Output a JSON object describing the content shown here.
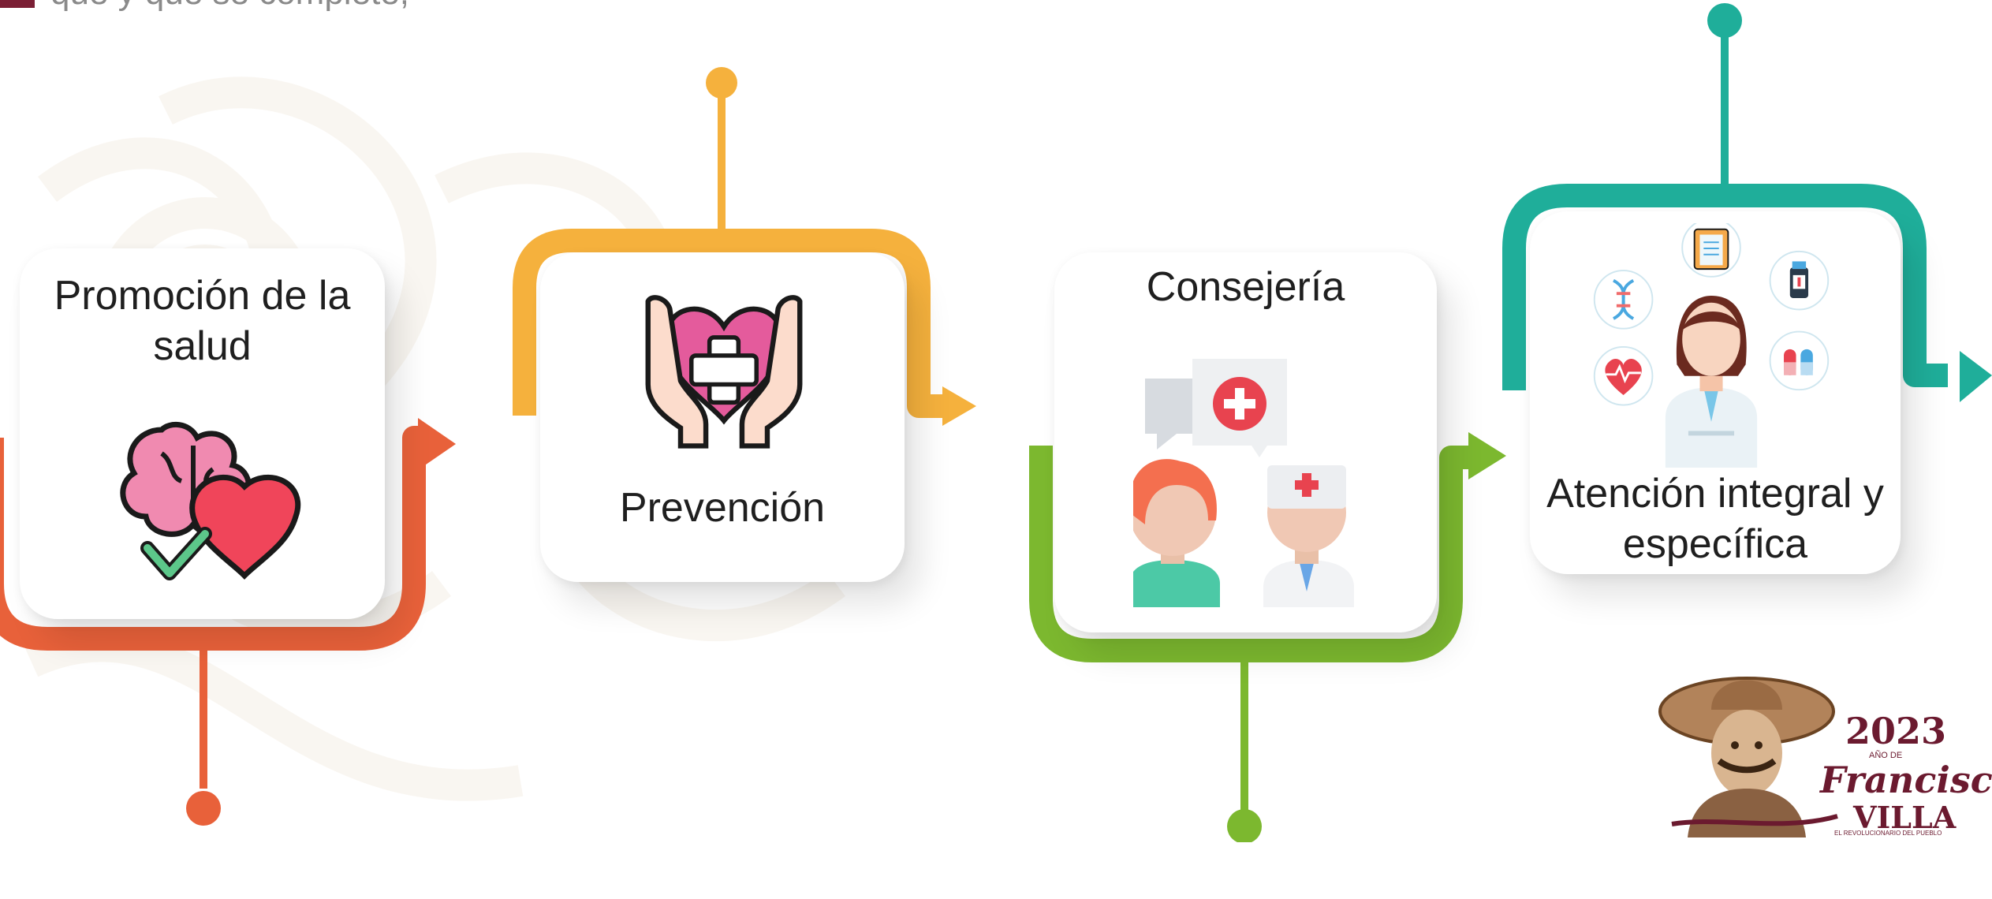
{
  "header_fragment": "que y que se complete,",
  "steps": [
    {
      "label": "Promoción de la salud",
      "icon": "brain-heart-check-icon",
      "color": "#e8613a"
    },
    {
      "label": "Prevención",
      "icon": "hands-heart-cross-icon",
      "color": "#f5b13d"
    },
    {
      "label": "Consejería",
      "icon": "patient-doctor-chat-icon",
      "color": "#7cb82f"
    },
    {
      "label": "Atención integral y específica",
      "icon": "doctor-medical-icons",
      "color": "#1fae9a"
    }
  ],
  "logo": {
    "year": "2023",
    "year_sub": "AÑO DE",
    "name": "Francisco",
    "name2": "VILLA",
    "tagline": "EL REVOLUCIONARIO DEL PUEBLO"
  },
  "colors": {
    "accent_maroon": "#7b1f35"
  }
}
